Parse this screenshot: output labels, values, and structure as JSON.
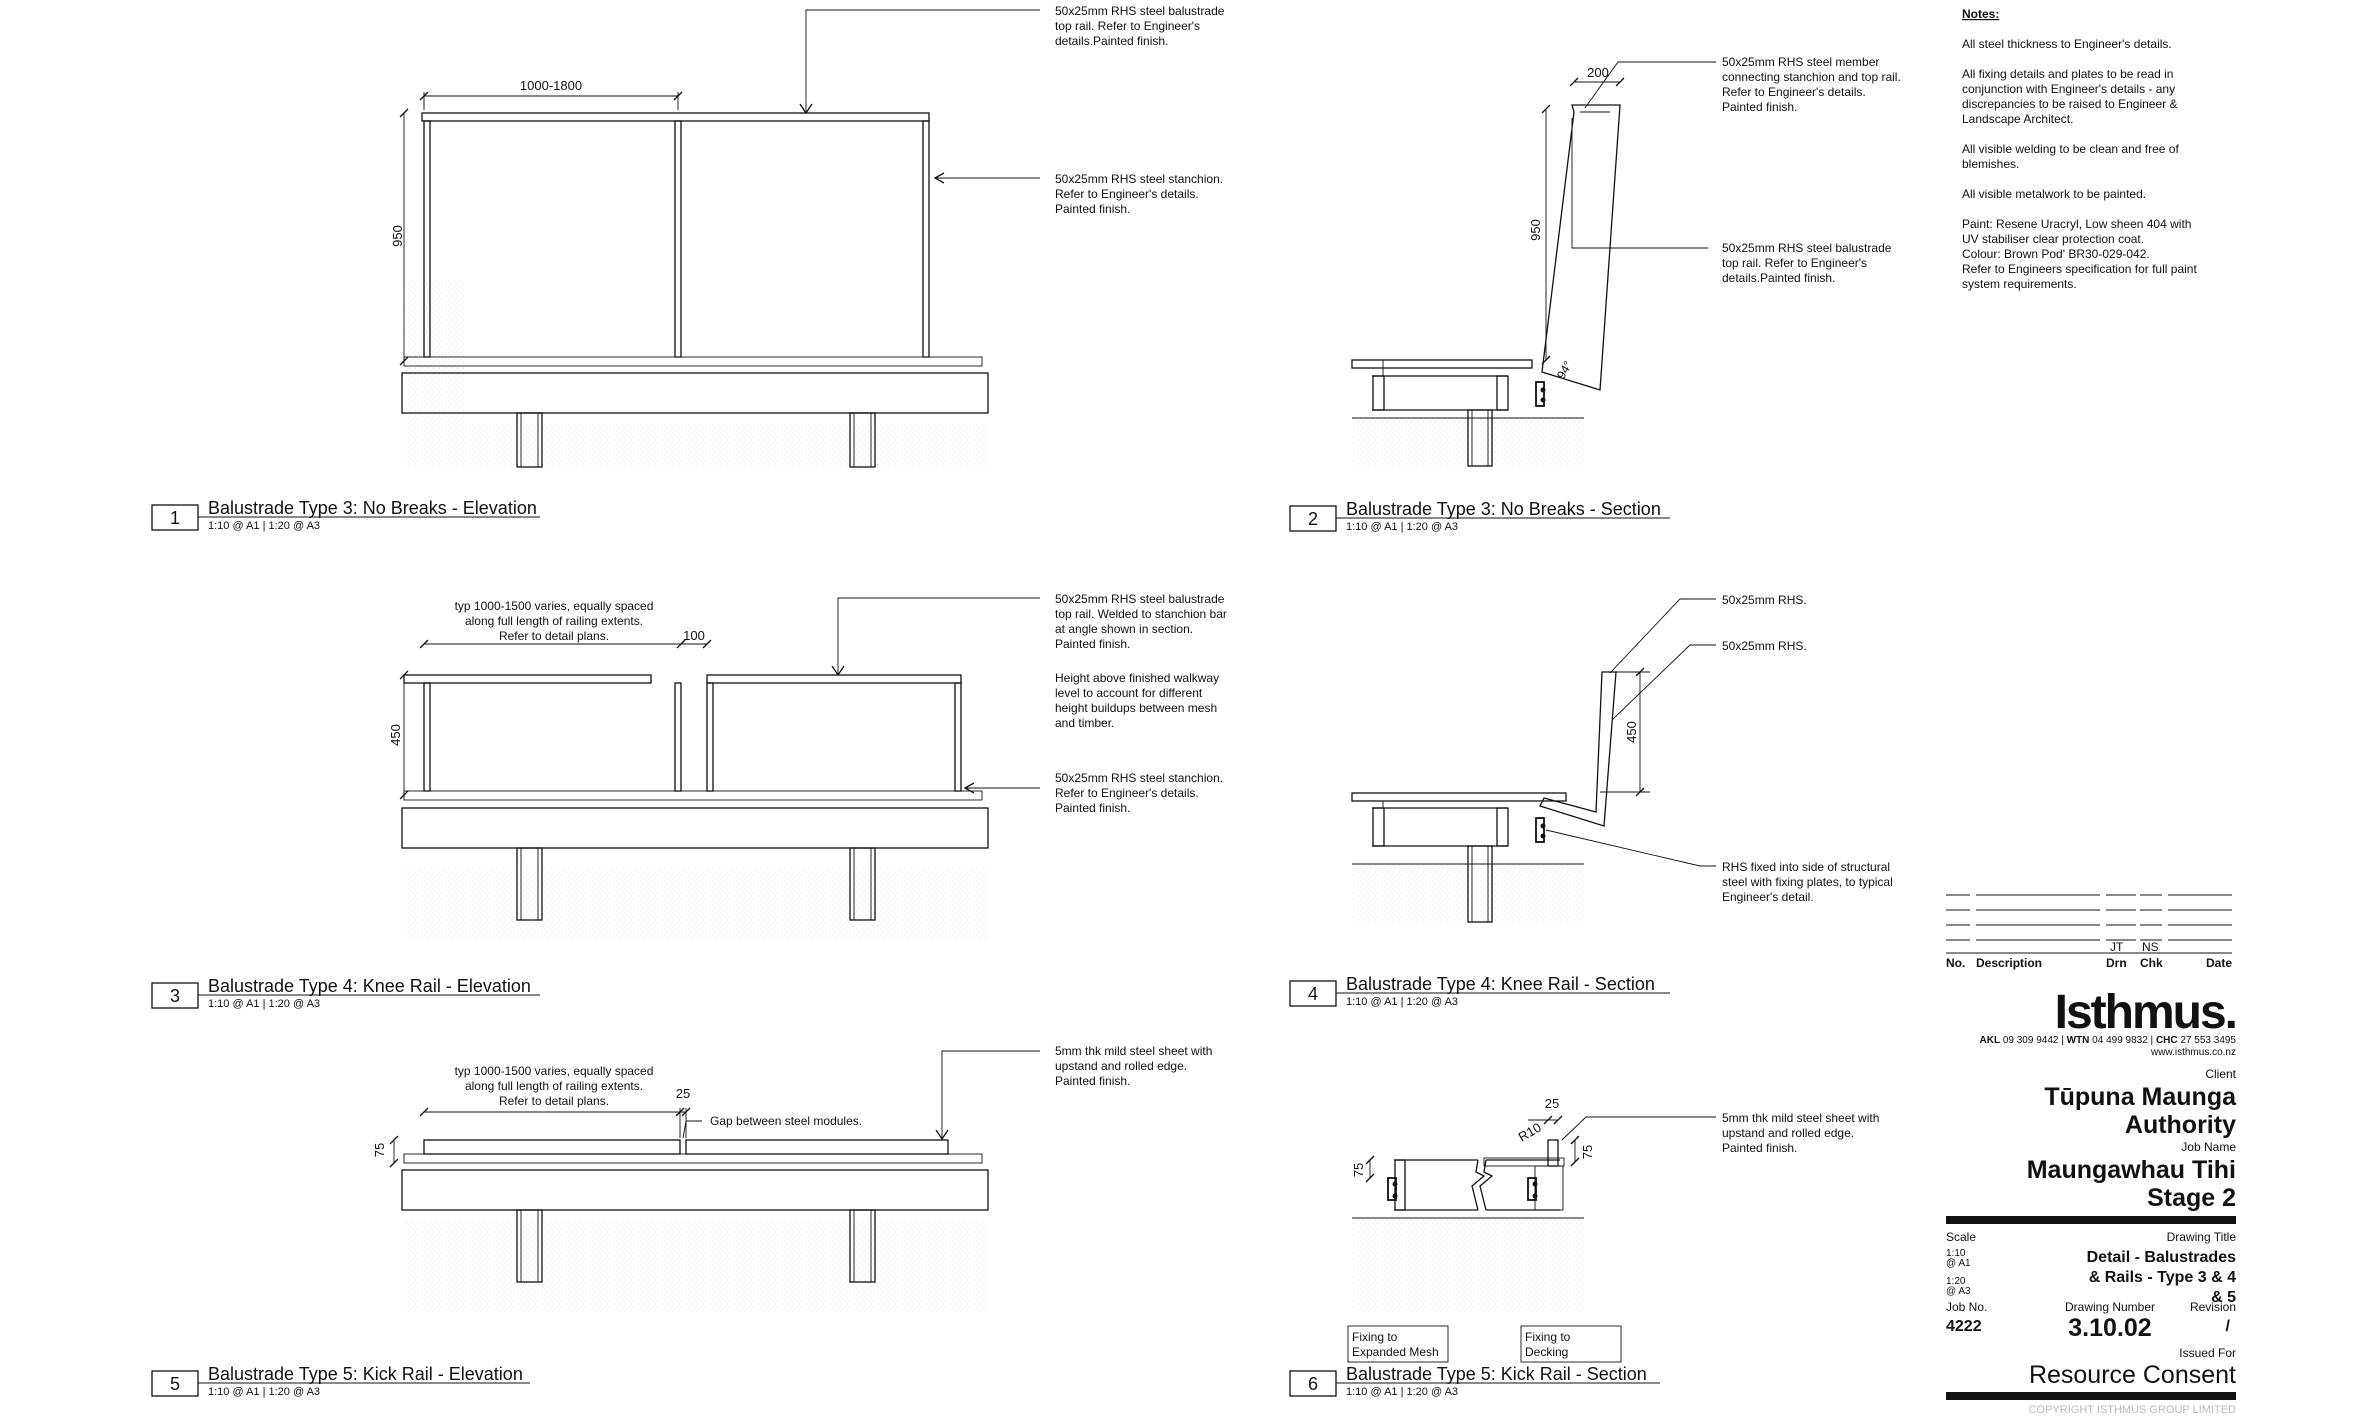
{
  "drawings": [
    {
      "number": "1",
      "title": "Balustrade Type 3: No Breaks - Elevation",
      "scale": "1:10 @ A1 | 1:20 @ A3"
    },
    {
      "number": "2",
      "title": "Balustrade Type 3: No Breaks - Section",
      "scale": "1:10 @ A1 | 1:20 @ A3"
    },
    {
      "number": "3",
      "title": "Balustrade Type 4: Knee Rail - Elevation",
      "scale": "1:10 @ A1 | 1:20 @ A3"
    },
    {
      "number": "4",
      "title": "Balustrade Type 4: Knee Rail - Section",
      "scale": "1:10 @ A1 | 1:20 @ A3"
    },
    {
      "number": "5",
      "title": "Balustrade Type 5: Kick Rail - Elevation",
      "scale": "1:10 @ A1 | 1:20 @ A3"
    },
    {
      "number": "6",
      "title": "Balustrade Type 5: Kick Rail - Section",
      "scale": "1:10 @ A1 | 1:20 @ A3"
    }
  ],
  "annotations": {
    "d1_top_rail": [
      "50x25mm RHS steel balustrade",
      "top rail. Refer to Engineer's",
      "details.Painted finish."
    ],
    "d1_stanchion": [
      "50x25mm RHS steel stanchion.",
      "Refer to Engineer's details.",
      "Painted finish."
    ],
    "d2_member": [
      "50x25mm RHS steel member",
      "connecting stanchion and top rail.",
      "Refer to Engineer's details.",
      "Painted finish."
    ],
    "d2_top_rail": [
      "50x25mm RHS steel balustrade",
      "top rail. Refer to Engineer's",
      "details.Painted finish."
    ],
    "d3_spacing": [
      "typ 1000-1500 varies, equally spaced",
      "along full length of railing extents.",
      "Refer to detail plans."
    ],
    "d3_top_rail": [
      "50x25mm RHS steel balustrade",
      "top rail. Welded to stanchion bar",
      "at angle shown in section.",
      "Painted finish."
    ],
    "d3_height": [
      "Height above finished walkway",
      "level to account for different",
      "height buildups between mesh",
      "and timber."
    ],
    "d3_stanchion": [
      "50x25mm RHS steel stanchion.",
      "Refer to Engineer's details.",
      "Painted finish."
    ],
    "d4_rhs_1": [
      "50x25mm RHS."
    ],
    "d4_rhs_2": [
      "50x25mm RHS."
    ],
    "d4_fixed": [
      "RHS fixed into side of structural",
      "steel with fixing plates, to typical",
      "Engineer's detail."
    ],
    "d5_spacing": [
      "typ 1000-1500 varies, equally spaced",
      "along full length of railing extents.",
      "Refer to detail plans."
    ],
    "d5_gap": [
      "Gap between steel modules."
    ],
    "d5_sheet": [
      "5mm thk mild steel sheet with",
      "upstand and rolled edge.",
      "Painted finish."
    ],
    "d6_sheet": [
      "5mm thk mild steel sheet with",
      "upstand and rolled edge.",
      "Painted finish."
    ]
  },
  "dimensions": {
    "d1_width": "1000-1800",
    "d1_height": "950",
    "d2_offset": "200",
    "d2_height": "950",
    "d2_angle": "94°",
    "d3_gap": "100",
    "d3_height": "450",
    "d4_height": "450",
    "d5_gap": "25",
    "d5_height": "75",
    "d6_gap": "25",
    "d6_radius": "R10",
    "d6_height_left": "75",
    "d6_height_right": "75"
  },
  "fixing_labels": {
    "mesh": [
      "Fixing to",
      "Expanded Mesh"
    ],
    "decking": [
      "Fixing to",
      "Decking"
    ]
  },
  "notes": {
    "heading": "Notes:",
    "paragraphs": [
      [
        "All steel thickness to Engineer's details."
      ],
      [
        "All fixing details and plates to be read in",
        "conjunction with Engineer's details - any",
        "discrepancies to be raised to Engineer &",
        "Landscape Architect."
      ],
      [
        "All visible welding to be clean and free of",
        "blemishes."
      ],
      [
        "All visible metalwork to be painted."
      ],
      [
        "Paint: Resene Uracryl, Low sheen 404 with",
        "UV stabiliser clear protection coat.",
        "Colour: Brown Pod' BR30-029-042.",
        "Refer to Engineers specification for full paint",
        "system requirements."
      ]
    ]
  },
  "revisions": {
    "drn": "JT",
    "chk": "NS",
    "headers": {
      "no": "No.",
      "description": "Description",
      "drn": "Drn",
      "chk": "Chk",
      "date": "Date"
    }
  },
  "title_block": {
    "logo": "Isthmus.",
    "contacts_html_parts": [
      "AKL",
      " 09 309 9442 | ",
      "WTN",
      " 04 499 9832 | ",
      "CHC",
      " 27 553 3495"
    ],
    "website": "www.isthmus.co.nz",
    "client_label": "Client",
    "client": [
      "Tūpuna Maunga",
      "Authority"
    ],
    "job_name_label": "Job Name",
    "job_name": [
      "Maungawhau Tihi",
      "Stage 2"
    ],
    "scale_label": "Scale",
    "scale_a1": [
      "1:10",
      "@ A1"
    ],
    "scale_a3": [
      "1:20",
      "@ A3"
    ],
    "drawing_title_label": "Drawing Title",
    "drawing_title": [
      "Detail - Balustrades",
      "& Rails - Type 3 & 4",
      "& 5"
    ],
    "job_no_label": "Job No.",
    "job_no": "4222",
    "drawing_number_label": "Drawing Number",
    "drawing_number": "3.10.02",
    "revision_label": "Revision",
    "revision": "/",
    "issued_for_label": "Issued For",
    "issued_for": "Resource Consent",
    "copyright": "COPYRIGHT ISTHMUS GROUP LIMITED"
  },
  "colors": {
    "ink": "#111111",
    "grey": "#bbbbbb",
    "paper": "#ffffff"
  }
}
